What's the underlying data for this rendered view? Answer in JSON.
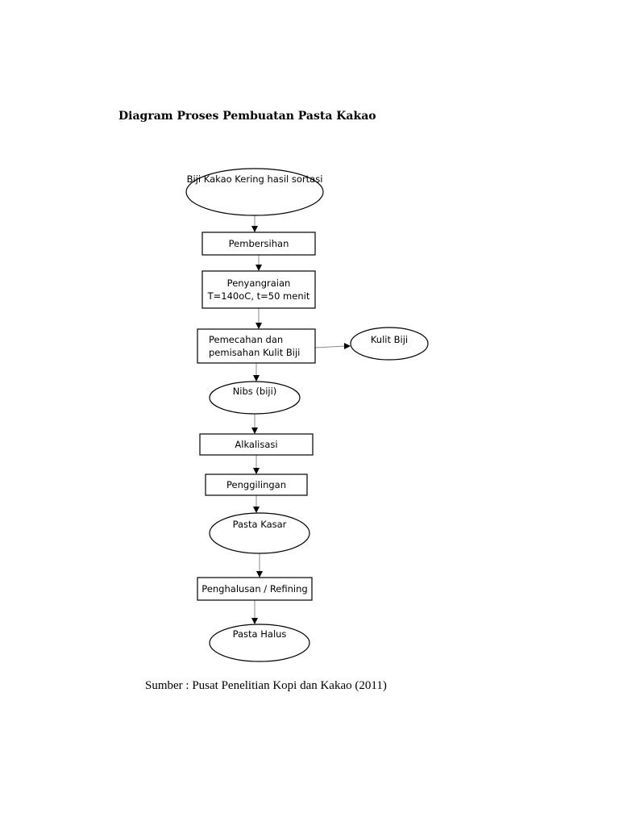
{
  "title": "Diagram Proses Pembuatan Pasta Kakao",
  "source": "Sumber : Pusat Penelitian Kopi dan Kakao (2011)",
  "nodes": [
    {
      "id": "biji-kakao-kering",
      "shape": "ellipse",
      "lines": [
        "Biji Kakao Kering hasil sortasi"
      ]
    },
    {
      "id": "pembersihan",
      "shape": "rect",
      "lines": [
        "Pembersihan"
      ]
    },
    {
      "id": "penyangraian",
      "shape": "rect",
      "lines": [
        "Penyangraian",
        "T=140oC, t=50 menit"
      ]
    },
    {
      "id": "pemecahan",
      "shape": "rect",
      "lines": [
        "Pemecahan dan",
        "pemisahan  Kulit Biji"
      ]
    },
    {
      "id": "kulit-biji",
      "shape": "ellipse",
      "lines": [
        "Kulit Biji"
      ]
    },
    {
      "id": "nibs",
      "shape": "ellipse",
      "lines": [
        "Nibs (biji)"
      ]
    },
    {
      "id": "alkalisasi",
      "shape": "rect",
      "lines": [
        "Alkalisasi"
      ]
    },
    {
      "id": "penggilingan",
      "shape": "rect",
      "lines": [
        "Penggilingan"
      ]
    },
    {
      "id": "pasta-kasar",
      "shape": "ellipse",
      "lines": [
        "Pasta Kasar"
      ]
    },
    {
      "id": "penghalusan",
      "shape": "rect",
      "lines": [
        "Penghalusan / Refining"
      ]
    },
    {
      "id": "pasta-halus",
      "shape": "ellipse",
      "lines": [
        "Pasta Halus"
      ]
    }
  ],
  "edges": [
    {
      "from": "biji-kakao-kering",
      "to": "pembersihan"
    },
    {
      "from": "pembersihan",
      "to": "penyangraian"
    },
    {
      "from": "penyangraian",
      "to": "pemecahan"
    },
    {
      "from": "pemecahan",
      "to": "kulit-biji"
    },
    {
      "from": "pemecahan",
      "to": "nibs"
    },
    {
      "from": "nibs",
      "to": "alkalisasi"
    },
    {
      "from": "alkalisasi",
      "to": "penggilingan"
    },
    {
      "from": "penggilingan",
      "to": "pasta-kasar"
    },
    {
      "from": "pasta-kasar",
      "to": "penghalusan"
    },
    {
      "from": "penghalusan",
      "to": "pasta-halus"
    }
  ]
}
